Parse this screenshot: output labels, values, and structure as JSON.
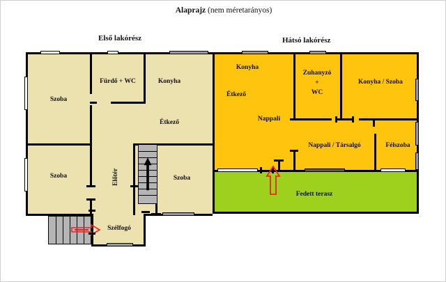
{
  "document": {
    "title_main": "Alaprajz",
    "title_sub": "(nem méretarányos)"
  },
  "sections": {
    "left_title": "Első lakórész",
    "right_title": "Hátsó lakórész"
  },
  "colors": {
    "first_unit_fill": "#ece2b0",
    "rear_unit_fill": "#ffc40d",
    "terrace_fill": "#9ed01e",
    "wall": "#000000",
    "arrow": "#ee2222",
    "stairs": "#b5b5b5",
    "window": "#ffffff",
    "text": "#111111"
  },
  "rooms": {
    "first_unit": [
      {
        "id": "szoba-top-left",
        "label": "Szoba"
      },
      {
        "id": "furdo-wc",
        "label": "Fürdő + WC"
      },
      {
        "id": "konyha",
        "label": "Konyha"
      },
      {
        "id": "etkezo",
        "label": "Étkező"
      },
      {
        "id": "szoba-bottom-left",
        "label": "Szoba"
      },
      {
        "id": "eloter",
        "label": "Előtér"
      },
      {
        "id": "szoba-bottom-mid",
        "label": "Szoba"
      },
      {
        "id": "szelfogo",
        "label": "Szélfogó"
      }
    ],
    "rear_unit": [
      {
        "id": "konyha-r",
        "label": "Konyha"
      },
      {
        "id": "etkezo-r",
        "label": "Étkező"
      },
      {
        "id": "nappali",
        "label": "Nappali"
      },
      {
        "id": "zuhanyzo-wc",
        "label": "Zuhanyzó\n+\nWC"
      },
      {
        "id": "zuhanyzo-l1",
        "label": "Zuhanyzó"
      },
      {
        "id": "zuhanyzo-l2",
        "label": "+"
      },
      {
        "id": "zuhanyzo-l3",
        "label": "WC"
      },
      {
        "id": "konyha-szoba",
        "label": "Konyha / Szoba"
      },
      {
        "id": "nappali-tarsalgo",
        "label": "Nappali / Társalgó"
      },
      {
        "id": "felszoba",
        "label": "Félszoba"
      }
    ],
    "outdoor": [
      {
        "id": "fedett-terasz",
        "label": "Fedett terasz"
      }
    ]
  },
  "markers": {
    "entrance_arrow_left": "red-arrow-right",
    "entrance_arrow_right": "red-arrow-up",
    "stair_direction_icon": "stair-up-arrow"
  }
}
